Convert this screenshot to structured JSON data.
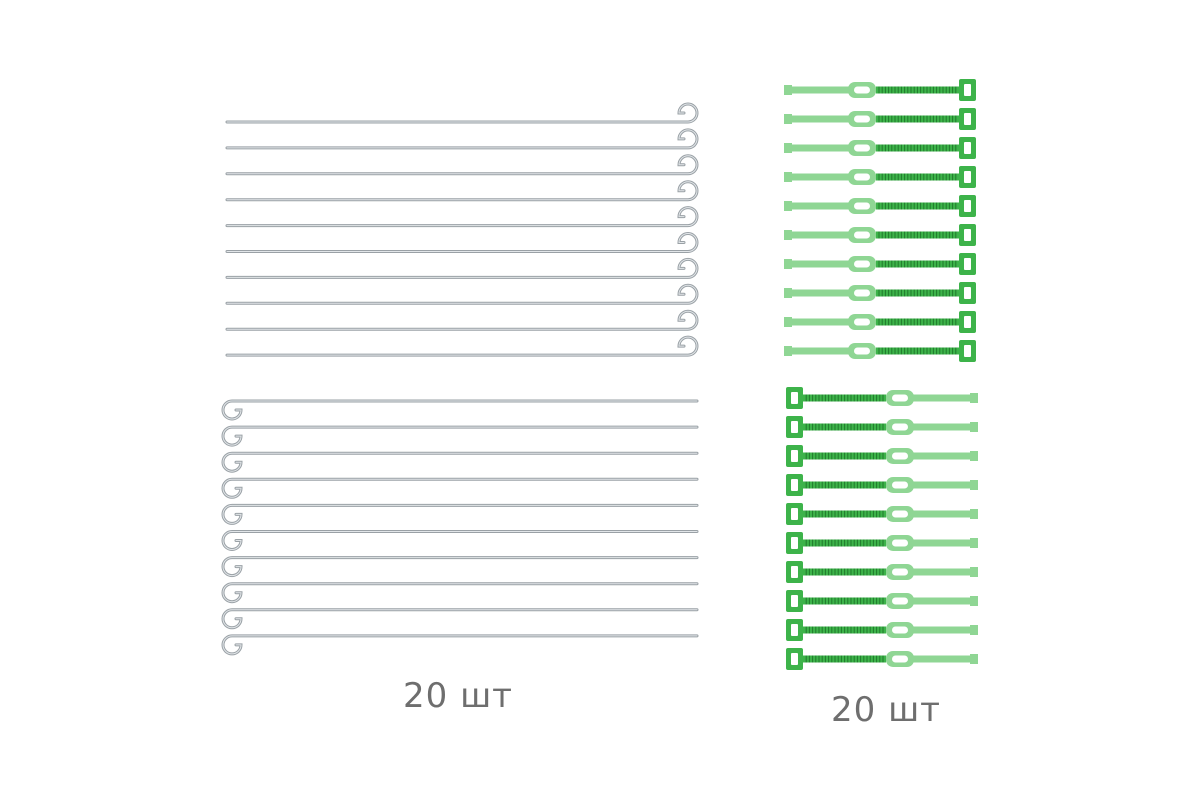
{
  "left_group": {
    "item": "wire-skewer",
    "count_label": "20 шт",
    "color": "#9aa1a6",
    "highlight": "#e2e6e9",
    "rows": 20
  },
  "right_group": {
    "item": "cable-tie",
    "count_label": "20 шт",
    "color": "#3db34a",
    "light": "#8fd694",
    "rows": 20
  },
  "text_color": "#6e6e6e",
  "background": "#ffffff"
}
